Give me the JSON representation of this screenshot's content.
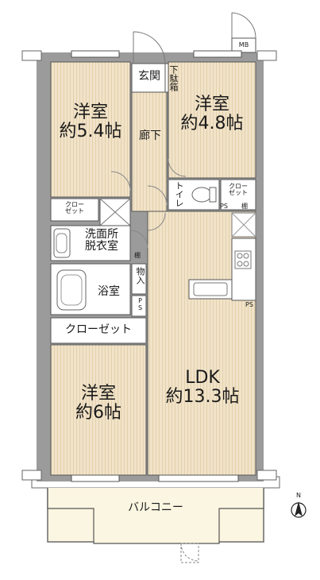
{
  "floorplan": {
    "rooms": {
      "western_room_a": {
        "line1": "洋室",
        "line2": "約5.4帖"
      },
      "western_room_b": {
        "line1": "洋室",
        "line2": "約4.8帖"
      },
      "western_room_c": {
        "line1": "洋室",
        "line2": "約6帖"
      },
      "ldk": {
        "line1": "LDK",
        "line2": "約13.3帖"
      },
      "entrance": "玄関",
      "shoe_box": "下駄箱",
      "hallway": "廊下",
      "toilet": "トイレ",
      "closet_small_right": {
        "line1": "クロー",
        "line2": "ゼット"
      },
      "closet_small_left": {
        "line1": "クロー",
        "line2": "ゼット"
      },
      "closet_large": "クローゼット",
      "washroom": {
        "line1": "洗面所",
        "line2": "脱衣室"
      },
      "bathroom": "浴室",
      "storage": "物入",
      "balcony": "バルコニー"
    },
    "marks": {
      "mb": "MB",
      "ps_toilet": "PS",
      "shelf_toilet": "棚",
      "shelf_washroom": "棚",
      "ps_bath": "PS",
      "ps_kitchen": "PS"
    },
    "compass": {
      "letter": "N"
    },
    "colors": {
      "wall": "#9b9b9b",
      "floor_wood": "#f1e3c9",
      "floor_wood_stripe": "#e2cfa9",
      "floor_plain": "#ffffff",
      "balcony": "#fbf6e1",
      "line": "#4a4a4a"
    }
  }
}
